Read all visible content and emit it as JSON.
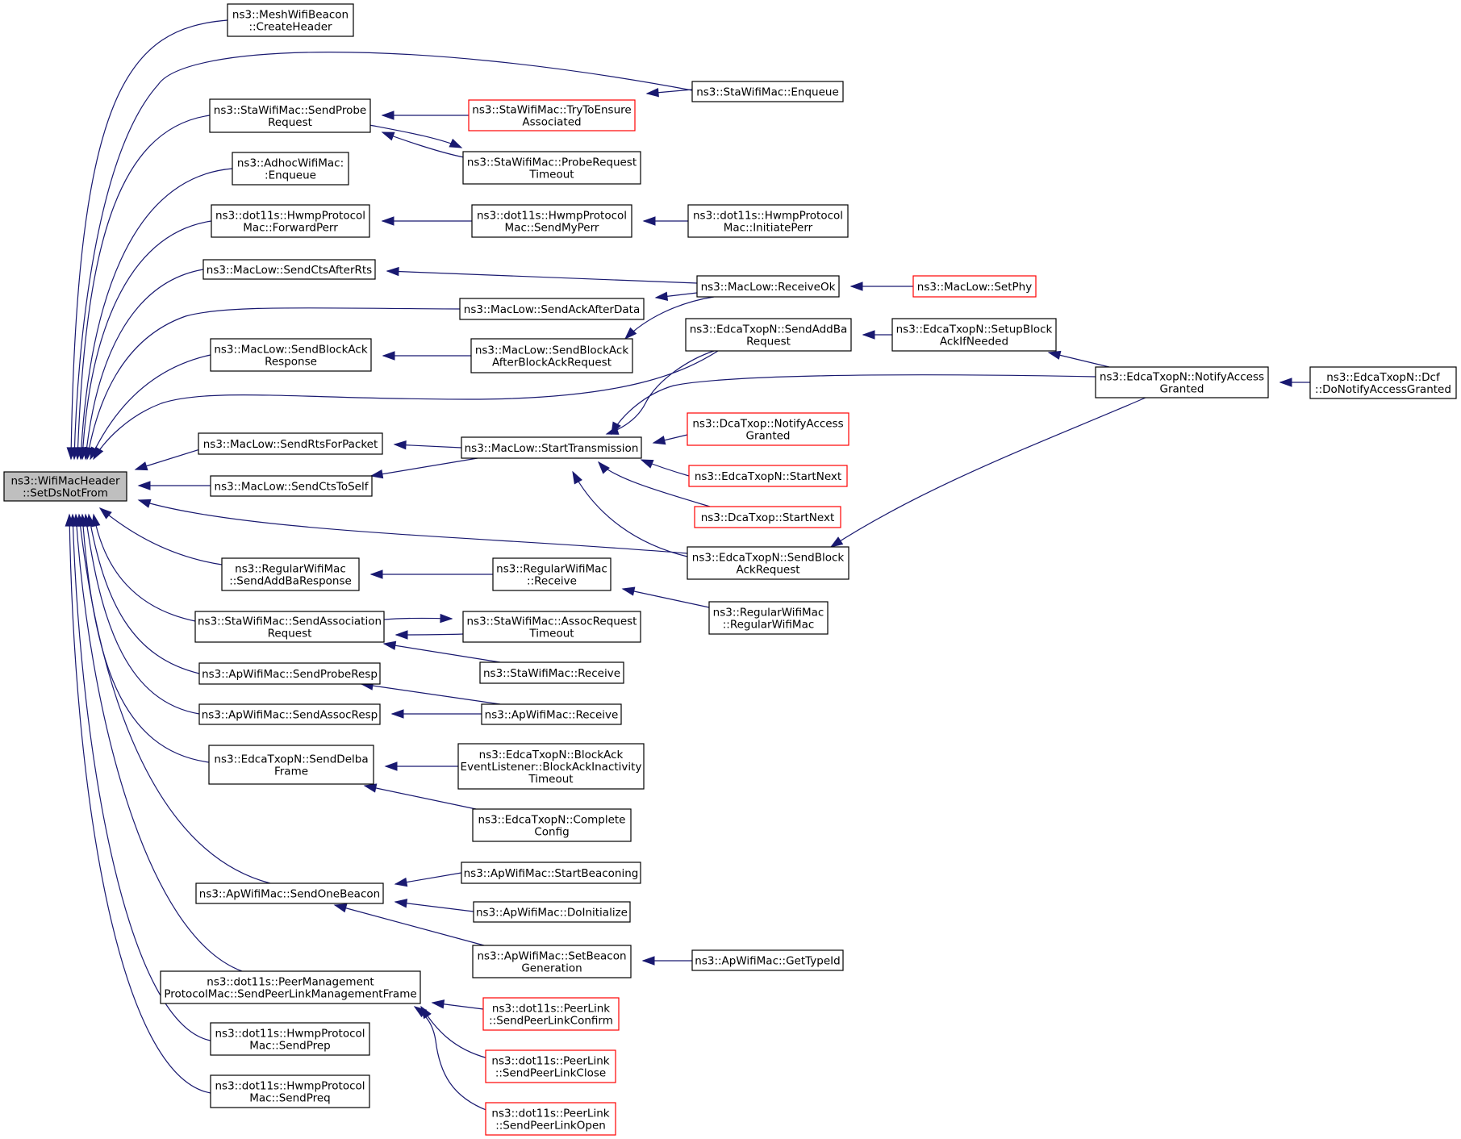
{
  "colors": {
    "edge": "#191970",
    "node_border": "#000000",
    "truncated_node_border": "#ff0000",
    "focus_node_fill": "#bfbfbf",
    "node_fill": "#ffffff"
  },
  "nodes": [
    {
      "id": "root",
      "label": [
        "ns3::WifiMacHeader",
        "::SetDsNotFrom"
      ],
      "focus": true
    },
    {
      "id": "mwb_create",
      "label": [
        "ns3::MeshWifiBeacon",
        "::CreateHeader"
      ]
    },
    {
      "id": "sta_enqueue",
      "label": [
        "ns3::StaWifiMac::Enqueue"
      ]
    },
    {
      "id": "sta_sendprobe",
      "label": [
        "ns3::StaWifiMac::SendProbe",
        "Request"
      ]
    },
    {
      "id": "sta_trytoensure",
      "label": [
        "ns3::StaWifiMac::TryToEnsure",
        "Associated"
      ],
      "truncated": true
    },
    {
      "id": "sta_probetimeout",
      "label": [
        "ns3::StaWifiMac::ProbeRequest",
        "Timeout"
      ]
    },
    {
      "id": "adhoc_enqueue",
      "label": [
        "ns3::AdhocWifiMac:",
        ":Enqueue"
      ]
    },
    {
      "id": "hwmp_forwardperr",
      "label": [
        "ns3::dot11s::HwmpProtocol",
        "Mac::ForwardPerr"
      ]
    },
    {
      "id": "hwmp_sendmyperr",
      "label": [
        "ns3::dot11s::HwmpProtocol",
        "Mac::SendMyPerr"
      ]
    },
    {
      "id": "hwmp_initiateperr",
      "label": [
        "ns3::dot11s::HwmpProtocol",
        "Mac::InitiatePerr"
      ]
    },
    {
      "id": "maclow_sendctsafterrts",
      "label": [
        "ns3::MacLow::SendCtsAfterRts"
      ]
    },
    {
      "id": "maclow_receiveok",
      "label": [
        "ns3::MacLow::ReceiveOk"
      ]
    },
    {
      "id": "maclow_setphy",
      "label": [
        "ns3::MacLow::SetPhy"
      ],
      "truncated": true
    },
    {
      "id": "maclow_sendackafterdata",
      "label": [
        "ns3::MacLow::SendAckAfterData"
      ]
    },
    {
      "id": "maclow_sendblockackresp",
      "label": [
        "ns3::MacLow::SendBlockAck",
        "Response"
      ]
    },
    {
      "id": "maclow_sendblockackafter",
      "label": [
        "ns3::MacLow::SendBlockAck",
        "AfterBlockAckRequest"
      ]
    },
    {
      "id": "edca_sendaddba",
      "label": [
        "ns3::EdcaTxopN::SendAddBa",
        "Request"
      ]
    },
    {
      "id": "edca_setupblockack",
      "label": [
        "ns3::EdcaTxopN::SetupBlock",
        "AckIfNeeded"
      ]
    },
    {
      "id": "edca_notifyaccess",
      "label": [
        "ns3::EdcaTxopN::NotifyAccess",
        "Granted"
      ]
    },
    {
      "id": "edca_dcf_donotify",
      "label": [
        "ns3::EdcaTxopN::Dcf",
        "::DoNotifyAccessGranted"
      ]
    },
    {
      "id": "maclow_sendrtsforpacket",
      "label": [
        "ns3::MacLow::SendRtsForPacket"
      ]
    },
    {
      "id": "maclow_starttransmission",
      "label": [
        "ns3::MacLow::StartTransmission"
      ]
    },
    {
      "id": "dca_notifyaccess",
      "label": [
        "ns3::DcaTxop::NotifyAccess",
        "Granted"
      ],
      "truncated": true
    },
    {
      "id": "edca_startnext",
      "label": [
        "ns3::EdcaTxopN::StartNext"
      ],
      "truncated": true
    },
    {
      "id": "dca_startnext",
      "label": [
        "ns3::DcaTxop::StartNext"
      ],
      "truncated": true
    },
    {
      "id": "maclow_sendctstoself",
      "label": [
        "ns3::MacLow::SendCtsToSelf"
      ]
    },
    {
      "id": "edca_sendblockackreq",
      "label": [
        "ns3::EdcaTxopN::SendBlock",
        "AckRequest"
      ]
    },
    {
      "id": "reg_sendaddbaresp",
      "label": [
        "ns3::RegularWifiMac",
        "::SendAddBaResponse"
      ]
    },
    {
      "id": "reg_receive",
      "label": [
        "ns3::RegularWifiMac",
        "::Receive"
      ]
    },
    {
      "id": "reg_ctor",
      "label": [
        "ns3::RegularWifiMac",
        "::RegularWifiMac"
      ]
    },
    {
      "id": "sta_sendassoc",
      "label": [
        "ns3::StaWifiMac::SendAssociation",
        "Request"
      ]
    },
    {
      "id": "sta_assoctimeout",
      "label": [
        "ns3::StaWifiMac::AssocRequest",
        "Timeout"
      ]
    },
    {
      "id": "sta_receive",
      "label": [
        "ns3::StaWifiMac::Receive"
      ]
    },
    {
      "id": "ap_sendproberesp",
      "label": [
        "ns3::ApWifiMac::SendProbeResp"
      ]
    },
    {
      "id": "ap_receive",
      "label": [
        "ns3::ApWifiMac::Receive"
      ]
    },
    {
      "id": "ap_sendassocresp",
      "label": [
        "ns3::ApWifiMac::SendAssocResp"
      ]
    },
    {
      "id": "edca_senddelba",
      "label": [
        "ns3::EdcaTxopN::SendDelba",
        "Frame"
      ]
    },
    {
      "id": "edca_blockacktimeout",
      "label": [
        "ns3::EdcaTxopN::BlockAck",
        "EventListener::BlockAckInactivity",
        "Timeout"
      ]
    },
    {
      "id": "edca_completeconfig",
      "label": [
        "ns3::EdcaTxopN::Complete",
        "Config"
      ]
    },
    {
      "id": "ap_sendonebeacon",
      "label": [
        "ns3::ApWifiMac::SendOneBeacon"
      ]
    },
    {
      "id": "ap_startbeaconing",
      "label": [
        "ns3::ApWifiMac::StartBeaconing"
      ]
    },
    {
      "id": "ap_doinitialize",
      "label": [
        "ns3::ApWifiMac::DoInitialize"
      ]
    },
    {
      "id": "ap_setbeacongen",
      "label": [
        "ns3::ApWifiMac::SetBeacon",
        "Generation"
      ]
    },
    {
      "id": "ap_gettypeid",
      "label": [
        "ns3::ApWifiMac::GetTypeId"
      ]
    },
    {
      "id": "peer_sendmgmt",
      "label": [
        "ns3::dot11s::PeerManagement",
        "ProtocolMac::SendPeerLinkManagementFrame"
      ]
    },
    {
      "id": "peerlink_confirm",
      "label": [
        "ns3::dot11s::PeerLink",
        "::SendPeerLinkConfirm"
      ],
      "truncated": true
    },
    {
      "id": "peerlink_close",
      "label": [
        "ns3::dot11s::PeerLink",
        "::SendPeerLinkClose"
      ],
      "truncated": true
    },
    {
      "id": "peerlink_open",
      "label": [
        "ns3::dot11s::PeerLink",
        "::SendPeerLinkOpen"
      ],
      "truncated": true
    },
    {
      "id": "hwmp_sendprep",
      "label": [
        "ns3::dot11s::HwmpProtocol",
        "Mac::SendPrep"
      ]
    },
    {
      "id": "hwmp_sendpreq",
      "label": [
        "ns3::dot11s::HwmpProtocol",
        "Mac::SendPreq"
      ]
    }
  ],
  "edges": [
    {
      "from": "mwb_create",
      "to": "root"
    },
    {
      "from": "sta_enqueue",
      "to": "root"
    },
    {
      "from": "sta_sendprobe",
      "to": "root"
    },
    {
      "from": "sta_trytoensure",
      "to": "sta_sendprobe"
    },
    {
      "from": "sta_enqueue",
      "to": "sta_trytoensure"
    },
    {
      "from": "sta_probetimeout",
      "to": "sta_sendprobe"
    },
    {
      "from": "sta_sendprobe",
      "to": "sta_probetimeout"
    },
    {
      "from": "adhoc_enqueue",
      "to": "root"
    },
    {
      "from": "hwmp_forwardperr",
      "to": "root"
    },
    {
      "from": "hwmp_sendmyperr",
      "to": "hwmp_forwardperr"
    },
    {
      "from": "hwmp_initiateperr",
      "to": "hwmp_sendmyperr"
    },
    {
      "from": "maclow_sendctsafterrts",
      "to": "root"
    },
    {
      "from": "maclow_receiveok",
      "to": "maclow_sendctsafterrts"
    },
    {
      "from": "maclow_setphy",
      "to": "maclow_receiveok"
    },
    {
      "from": "maclow_sendackafterdata",
      "to": "root"
    },
    {
      "from": "maclow_receiveok",
      "to": "maclow_sendackafterdata"
    },
    {
      "from": "maclow_sendblockackresp",
      "to": "root"
    },
    {
      "from": "maclow_sendblockackafter",
      "to": "maclow_sendblockackresp"
    },
    {
      "from": "maclow_receiveok",
      "to": "maclow_sendblockackafter"
    },
    {
      "from": "edca_sendaddba",
      "to": "root"
    },
    {
      "from": "edca_setupblockack",
      "to": "edca_sendaddba"
    },
    {
      "from": "edca_notifyaccess",
      "to": "edca_setupblockack"
    },
    {
      "from": "edca_dcf_donotify",
      "to": "edca_notifyaccess"
    },
    {
      "from": "maclow_sendrtsforpacket",
      "to": "root"
    },
    {
      "from": "maclow_starttransmission",
      "to": "maclow_sendrtsforpacket"
    },
    {
      "from": "edca_sendaddba",
      "to": "maclow_starttransmission"
    },
    {
      "from": "edca_notifyaccess",
      "to": "maclow_starttransmission"
    },
    {
      "from": "dca_notifyaccess",
      "to": "maclow_starttransmission"
    },
    {
      "from": "edca_startnext",
      "to": "maclow_starttransmission"
    },
    {
      "from": "dca_startnext",
      "to": "maclow_starttransmission"
    },
    {
      "from": "edca_sendblockackreq",
      "to": "maclow_starttransmission"
    },
    {
      "from": "maclow_sendctstoself",
      "to": "root"
    },
    {
      "from": "maclow_starttransmission",
      "to": "maclow_sendctstoself"
    },
    {
      "from": "edca_sendblockackreq",
      "to": "root"
    },
    {
      "from": "edca_notifyaccess",
      "to": "edca_sendblockackreq"
    },
    {
      "from": "reg_sendaddbaresp",
      "to": "root"
    },
    {
      "from": "reg_receive",
      "to": "reg_sendaddbaresp"
    },
    {
      "from": "reg_ctor",
      "to": "reg_receive"
    },
    {
      "from": "sta_sendassoc",
      "to": "root"
    },
    {
      "from": "sta_assoctimeout",
      "to": "sta_sendassoc"
    },
    {
      "from": "sta_sendassoc",
      "to": "sta_assoctimeout"
    },
    {
      "from": "sta_receive",
      "to": "sta_sendassoc"
    },
    {
      "from": "ap_sendproberesp",
      "to": "root"
    },
    {
      "from": "ap_receive",
      "to": "ap_sendproberesp"
    },
    {
      "from": "ap_sendassocresp",
      "to": "root"
    },
    {
      "from": "ap_receive",
      "to": "ap_sendassocresp"
    },
    {
      "from": "edca_senddelba",
      "to": "root"
    },
    {
      "from": "edca_blockacktimeout",
      "to": "edca_senddelba"
    },
    {
      "from": "edca_completeconfig",
      "to": "edca_senddelba"
    },
    {
      "from": "ap_sendonebeacon",
      "to": "root"
    },
    {
      "from": "ap_startbeaconing",
      "to": "ap_sendonebeacon"
    },
    {
      "from": "ap_doinitialize",
      "to": "ap_sendonebeacon"
    },
    {
      "from": "ap_setbeacongen",
      "to": "ap_sendonebeacon"
    },
    {
      "from": "ap_gettypeid",
      "to": "ap_setbeacongen"
    },
    {
      "from": "peer_sendmgmt",
      "to": "root"
    },
    {
      "from": "peerlink_confirm",
      "to": "peer_sendmgmt"
    },
    {
      "from": "peerlink_close",
      "to": "peer_sendmgmt"
    },
    {
      "from": "peerlink_open",
      "to": "peer_sendmgmt"
    },
    {
      "from": "hwmp_sendprep",
      "to": "root"
    },
    {
      "from": "hwmp_sendpreq",
      "to": "root"
    }
  ]
}
